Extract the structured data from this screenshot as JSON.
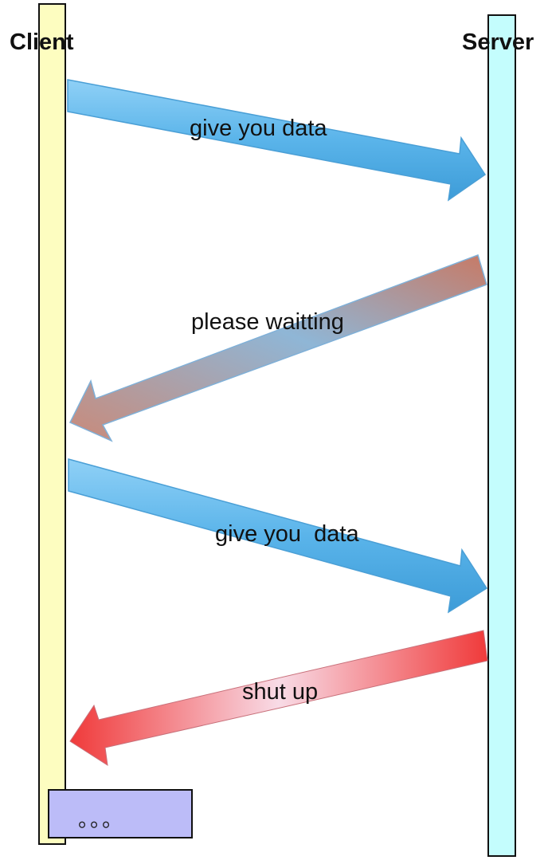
{
  "actors": {
    "client": {
      "label": "Client",
      "color": "#fdfdc0"
    },
    "server": {
      "label": "Server",
      "color": "#c4fdfd"
    }
  },
  "messages": [
    {
      "label": "give you data",
      "direction": "client-to-server",
      "color": "#5ab4ea"
    },
    {
      "label": "please waitting",
      "direction": "server-to-client",
      "color": "#c9897a"
    },
    {
      "label": "give you  data",
      "direction": "client-to-server",
      "color": "#5ab4ea"
    },
    {
      "label": "shut up",
      "direction": "server-to-client",
      "color": "#f03a3a"
    }
  ],
  "continuation": {
    "label": "。。。",
    "color": "#bcbcf8"
  }
}
